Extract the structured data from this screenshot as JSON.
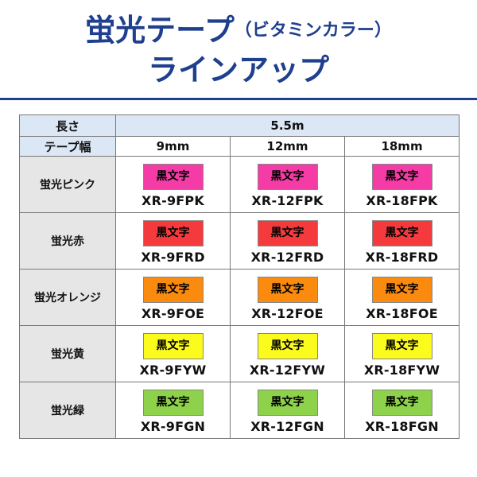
{
  "title": {
    "line1_main": "蛍光テープ",
    "line1_paren": "（ビタミンカラー）",
    "line2": "ラインアップ"
  },
  "table": {
    "length_label": "長さ",
    "length_value": "5.5m",
    "width_label": "テープ幅",
    "widths": [
      "9mm",
      "12mm",
      "18mm"
    ],
    "rows": [
      {
        "name": "蛍光ピンク",
        "color": "#f43ba6",
        "cells": [
          {
            "label": "黒文字",
            "code": "XR-9FPK"
          },
          {
            "label": "黒文字",
            "code": "XR-12FPK"
          },
          {
            "label": "黒文字",
            "code": "XR-18FPK"
          }
        ]
      },
      {
        "name": "蛍光赤",
        "color": "#f43a3c",
        "cells": [
          {
            "label": "黒文字",
            "code": "XR-9FRD"
          },
          {
            "label": "黒文字",
            "code": "XR-12FRD"
          },
          {
            "label": "黒文字",
            "code": "XR-18FRD"
          }
        ]
      },
      {
        "name": "蛍光オレンジ",
        "color": "#fb8b0f",
        "cells": [
          {
            "label": "黒文字",
            "code": "XR-9FOE"
          },
          {
            "label": "黒文字",
            "code": "XR-12FOE"
          },
          {
            "label": "黒文字",
            "code": "XR-18FOE"
          }
        ]
      },
      {
        "name": "蛍光黄",
        "color": "#fbfb1e",
        "cells": [
          {
            "label": "黒文字",
            "code": "XR-9FYW"
          },
          {
            "label": "黒文字",
            "code": "XR-12FYW"
          },
          {
            "label": "黒文字",
            "code": "XR-18FYW"
          }
        ]
      },
      {
        "name": "蛍光緑",
        "color": "#8ed14a",
        "cells": [
          {
            "label": "黒文字",
            "code": "XR-9FGN"
          },
          {
            "label": "黒文字",
            "code": "XR-12FGN"
          },
          {
            "label": "黒文字",
            "code": "XR-18FGN"
          }
        ]
      }
    ]
  }
}
